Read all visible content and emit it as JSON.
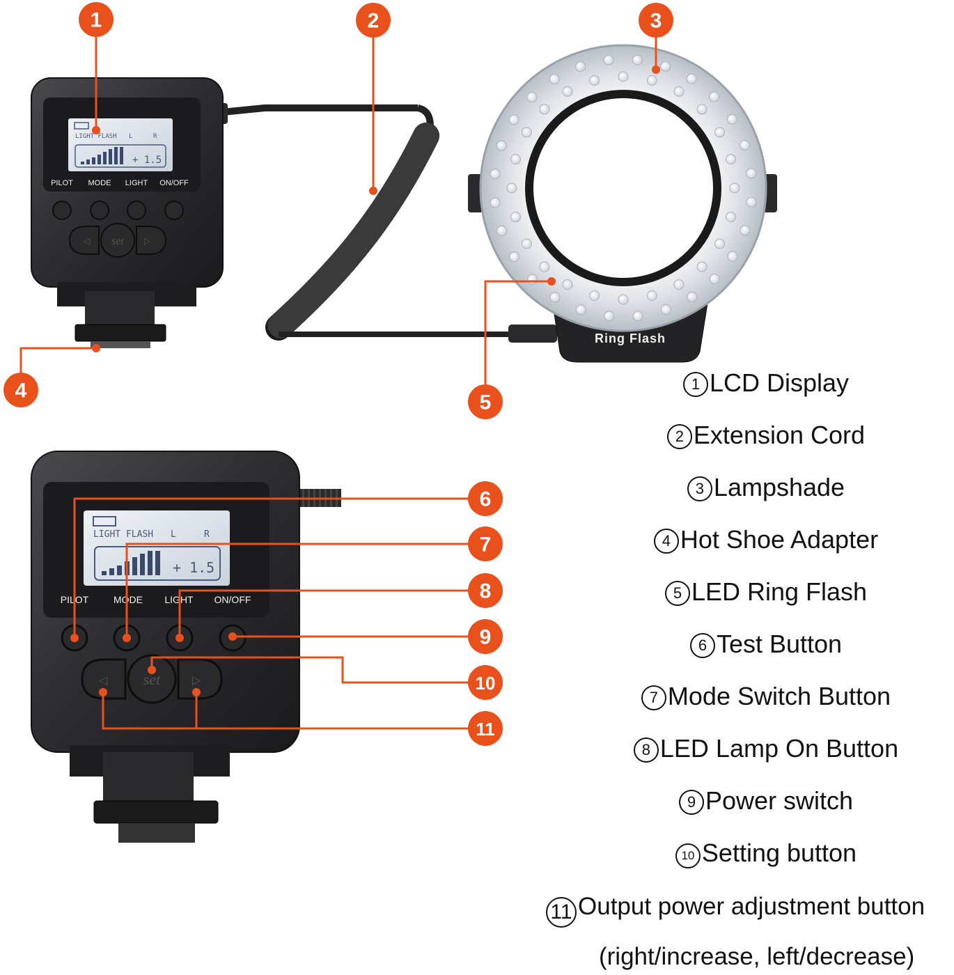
{
  "callout_color": "#e8511c",
  "badges": [
    "1",
    "2",
    "3",
    "4",
    "5",
    "6",
    "7",
    "8",
    "9",
    "10",
    "11"
  ],
  "device_top": {
    "lcd_top_labels": [
      "LIGHT FLASH",
      "L",
      "R"
    ],
    "lcd_value": "+ 1.5",
    "button_labels": [
      "PILOT",
      "MODE",
      "LIGHT",
      "ON/OFF"
    ],
    "set_label": "set"
  },
  "device_bottom": {
    "lcd_top_labels": [
      "LIGHT FLASH",
      "L",
      "R"
    ],
    "lcd_value": "+ 1.5",
    "button_labels": [
      "PILOT",
      "MODE",
      "LIGHT",
      "ON/OFF"
    ],
    "set_label": "set"
  },
  "ring_label": "Ring Flash",
  "legend": [
    {
      "num": "1",
      "text": "LCD Display"
    },
    {
      "num": "2",
      "text": "Extension Cord"
    },
    {
      "num": "3",
      "text": "Lampshade"
    },
    {
      "num": "4",
      "text": "Hot Shoe Adapter"
    },
    {
      "num": "5",
      "text": "LED Ring Flash"
    },
    {
      "num": "6",
      "text": "Test Button"
    },
    {
      "num": "7",
      "text": "Mode Switch Button"
    },
    {
      "num": "8",
      "text": "LED Lamp On Button"
    },
    {
      "num": "9",
      "text": "Power switch"
    },
    {
      "num": "10",
      "text": "Setting button"
    },
    {
      "num": "11",
      "text": "Output power adjustment button"
    }
  ],
  "legend_extra": "(right/increase, left/decrease)"
}
